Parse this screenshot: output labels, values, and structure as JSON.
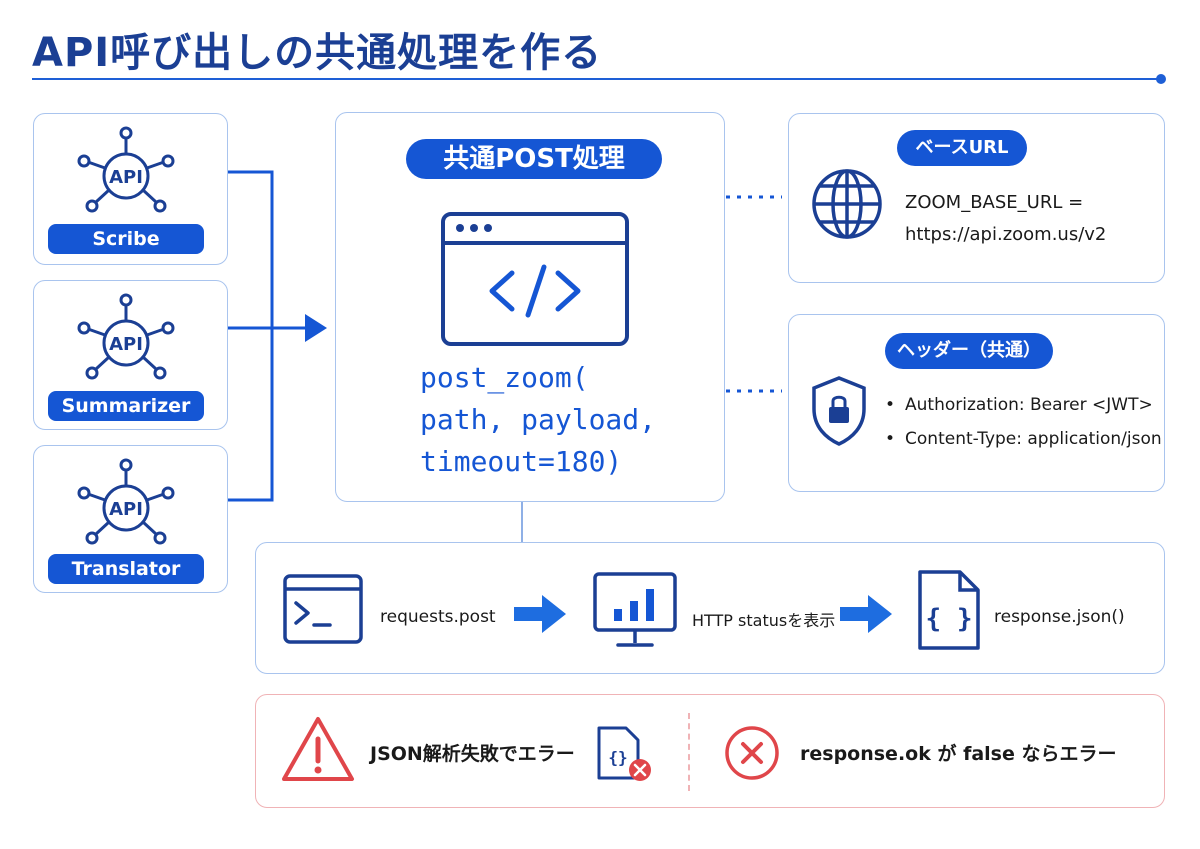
{
  "title": "API呼び出しの共通処理を作る",
  "services": [
    {
      "label": "Scribe",
      "icon_text": "API"
    },
    {
      "label": "Summarizer",
      "icon_text": "API"
    },
    {
      "label": "Translator",
      "icon_text": "API"
    }
  ],
  "post_box": {
    "heading": "共通POST処理",
    "code_lines": [
      "post_zoom(",
      "path, payload,",
      "timeout=180)"
    ]
  },
  "base_url": {
    "heading": "ベースURL",
    "line1": "ZOOM_BASE_URL =",
    "line2": "https://api.zoom.us/v2"
  },
  "headers": {
    "heading": "ヘッダー（共通）",
    "items": [
      "Authorization: Bearer <JWT>",
      "Content-Type: application/json"
    ]
  },
  "flow": {
    "steps": [
      "requests.post",
      "HTTP statusを表示",
      "response.json()"
    ]
  },
  "errors": {
    "left": "JSON解析失敗でエラー",
    "right": "response.ok が false ならエラー"
  },
  "colors": {
    "primary": "#1556d4",
    "dark_blue": "#1b3f94",
    "border": "#a9c4ee",
    "error_red": "#e0464a",
    "error_border": "#f0b3b6"
  }
}
